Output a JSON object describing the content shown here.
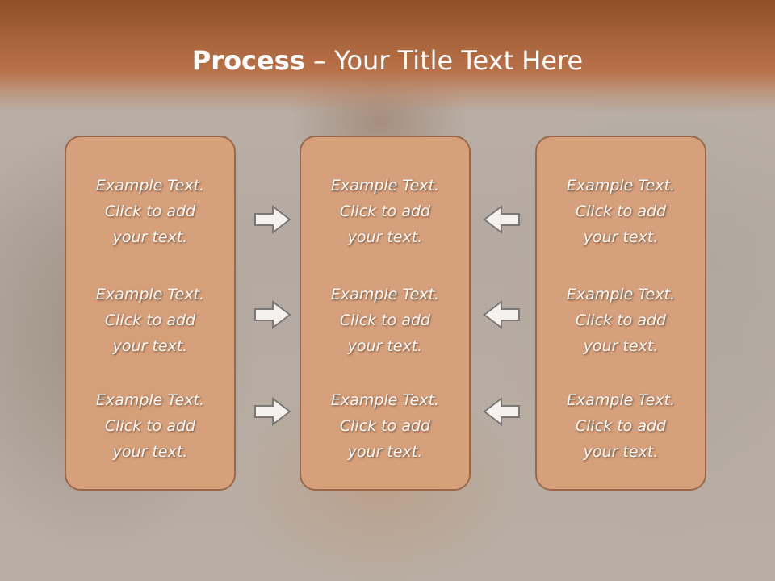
{
  "slide": {
    "title_bold": "Process",
    "title_rest": " – Your Title Text Here"
  },
  "columns": [
    {
      "blocks": [
        {
          "lines": [
            "Example Text.",
            "Click  to add",
            "your text."
          ]
        },
        {
          "lines": [
            "Example Text.",
            "Click  to add",
            "your text."
          ]
        },
        {
          "lines": [
            "Example Text.",
            "Click  to add",
            "your text."
          ]
        }
      ]
    },
    {
      "blocks": [
        {
          "lines": [
            "Example Text.",
            "Click  to add",
            "your text."
          ]
        },
        {
          "lines": [
            "Example Text.",
            "Click  to add",
            "your text."
          ]
        },
        {
          "lines": [
            "Example Text.",
            "Click  to add",
            "your text."
          ]
        }
      ]
    },
    {
      "blocks": [
        {
          "lines": [
            "Example Text.",
            "Click  to add",
            "your text."
          ]
        },
        {
          "lines": [
            "Example Text.",
            "Click  to add",
            "your text."
          ]
        },
        {
          "lines": [
            "Example Text.",
            "Click  to add",
            "your text."
          ]
        }
      ]
    }
  ],
  "arrows": {
    "left_column": "arrow-right-icon",
    "right_column": "arrow-left-icon"
  },
  "colors": {
    "header": "#a8643a",
    "box_fill": "#d7a07a",
    "box_border": "#9a6646",
    "text": "#ffffff"
  }
}
